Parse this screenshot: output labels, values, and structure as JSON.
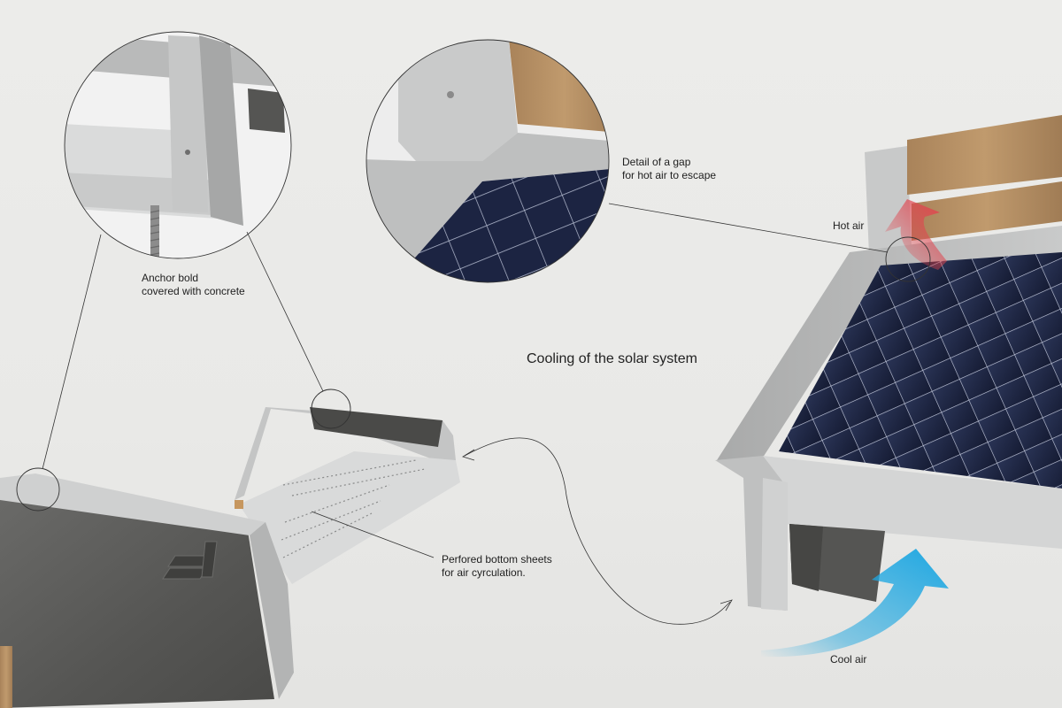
{
  "diagram": {
    "title": "Cooling of the solar system",
    "labels": {
      "anchor": [
        "Anchor bold",
        "covered with concrete"
      ],
      "gap": [
        "Detail of a gap",
        "for hot air to escape"
      ],
      "hot_air": "Hot air",
      "cool_air": "Cool air",
      "perforated": [
        "Perfored bottom sheets",
        "for air cyrculation."
      ]
    },
    "colors": {
      "hot_air_arrow": "#e0454f",
      "cool_air_arrow": "#1ea7e1",
      "bench_frame": "#b8b9b9",
      "concrete": "#5e5e5c",
      "wood": "#b08a5c",
      "solar_panel": "#1d2540"
    }
  }
}
